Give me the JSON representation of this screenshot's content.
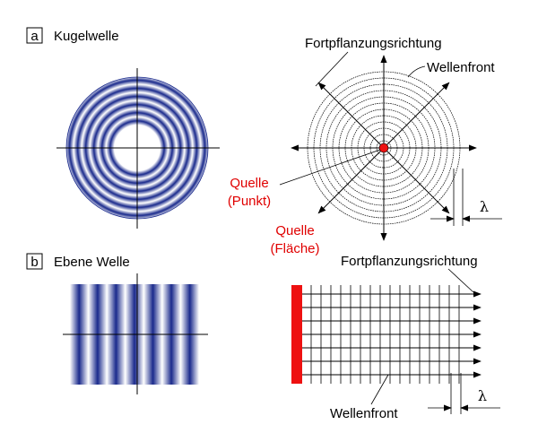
{
  "panel_a": {
    "letter": "a",
    "title": "Kugelwelle",
    "label_direction": "Fortpflanzungsrichtung",
    "label_wavefront": "Wellenfront",
    "label_source": "Quelle",
    "label_source_kind": "(Punkt)",
    "label_wavelength": "λ"
  },
  "panel_b": {
    "letter": "b",
    "title": "Ebene Welle",
    "label_direction": "Fortpflanzungsrichtung",
    "label_wavefront": "Wellenfront",
    "label_source": "Quelle",
    "label_source_kind": "(Fläche)",
    "label_wavelength": "λ"
  },
  "colors": {
    "wave_dark": "#1a2a8c",
    "wave_light": "#ffffff",
    "source_red": "#ee1111",
    "label_red": "#e00000"
  }
}
